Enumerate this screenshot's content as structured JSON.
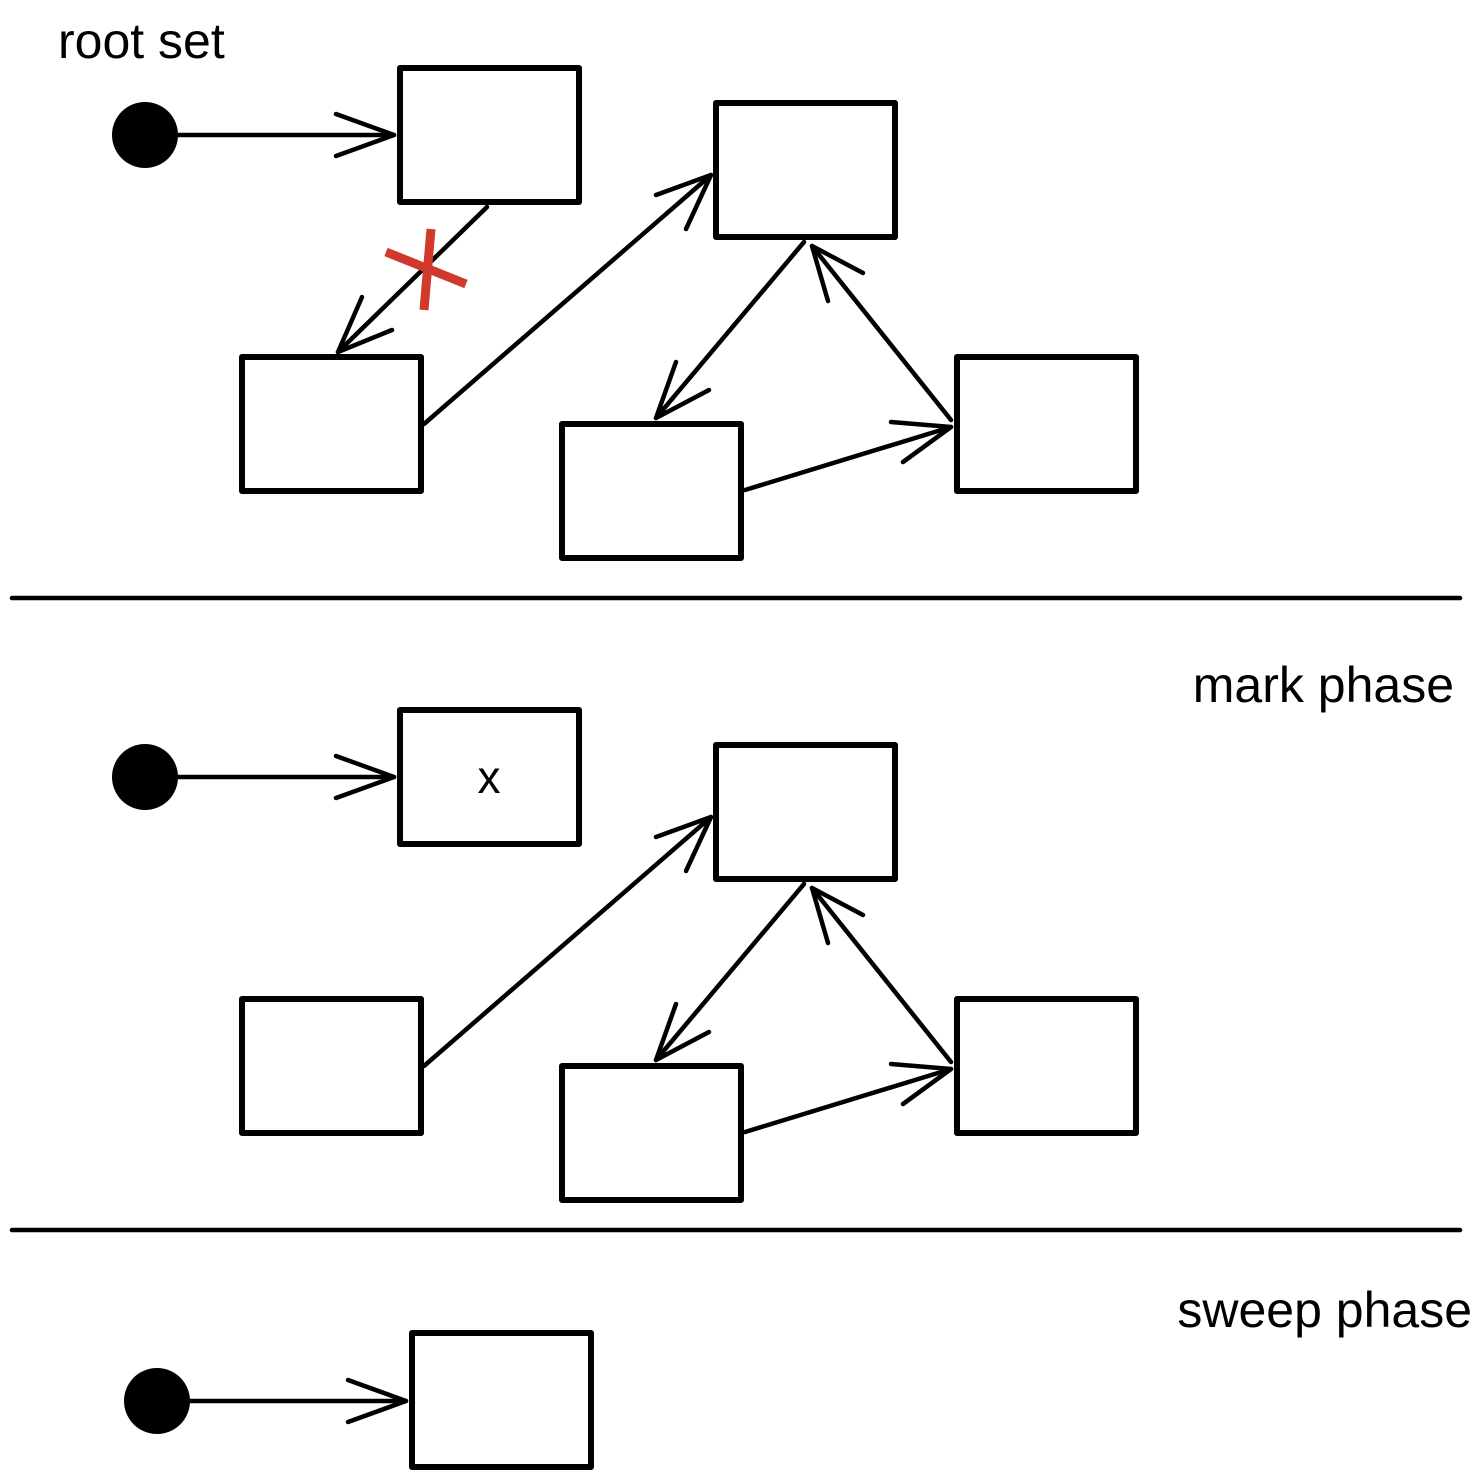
{
  "labels": {
    "root_set": "root set",
    "mark_phase": "mark phase",
    "sweep_phase": "sweep phase"
  },
  "panels": [
    {
      "id": "initial",
      "removed_reference": true,
      "marked_node": null
    },
    {
      "id": "mark",
      "removed_reference": false,
      "marked_node": "x"
    },
    {
      "id": "sweep",
      "removed_reference": false,
      "marked_node": null
    }
  ],
  "colors": {
    "stroke": "#000000",
    "cut_mark": "#d0392b",
    "background": "#ffffff"
  },
  "icons": {
    "root": "root-dot-icon",
    "cut": "red-x-icon"
  }
}
